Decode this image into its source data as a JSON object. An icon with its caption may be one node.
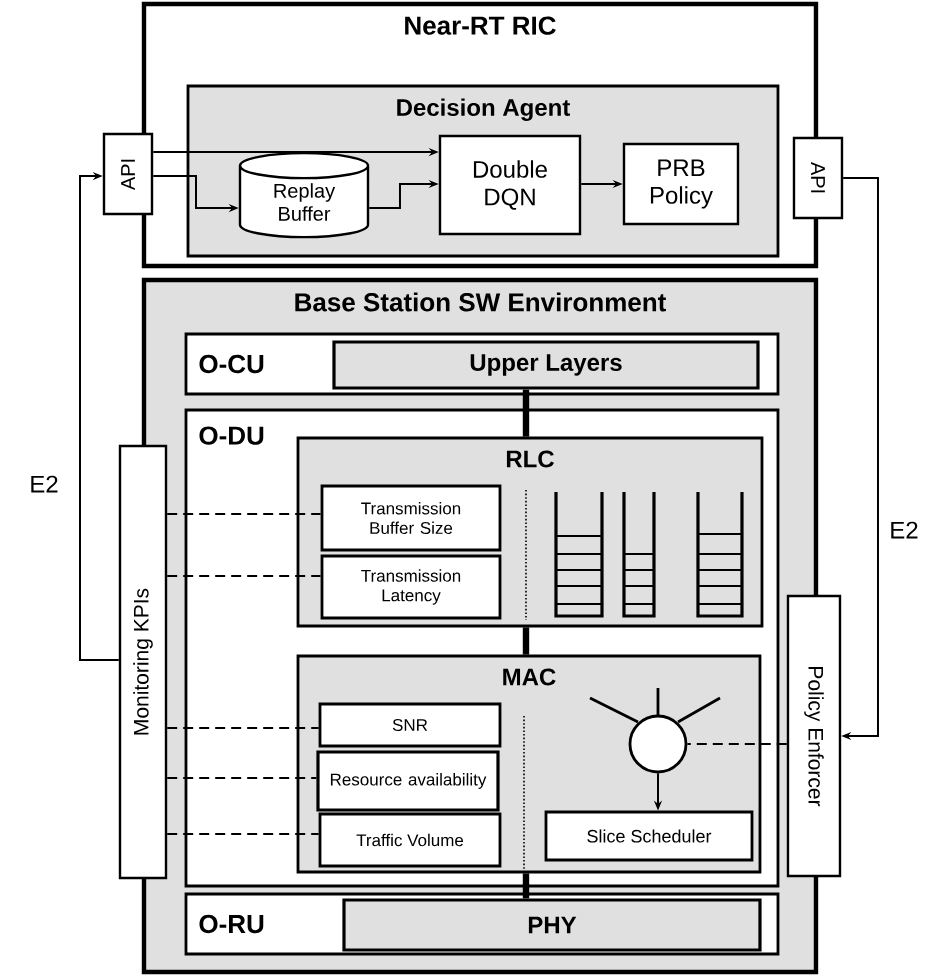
{
  "diagram": {
    "nodes": [
      {
        "text": [
          "Near-RT RIC"
        ]
      },
      {
        "text": [
          "Decision Agent"
        ],
        "in": 0
      },
      {
        "text": [
          "API"
        ]
      },
      {
        "text": [
          "Replay Buffer"
        ],
        "in": 1
      },
      {
        "text": [
          "Double DQN"
        ],
        "in": 1
      },
      {
        "text": [
          "PRB Policy"
        ],
        "in": 1
      },
      {
        "text": [
          "API"
        ]
      },
      {
        "text": [
          "Base Station SW Environment"
        ]
      },
      {
        "text": [
          "O-CU"
        ],
        "in": 7
      },
      {
        "text": [
          "Upper Layers"
        ],
        "in": 8
      },
      {
        "text": [
          "O-DU"
        ],
        "in": 7
      },
      {
        "text": [
          "RLC"
        ],
        "in": 10
      },
      {
        "text": [
          "Transmission Buffer Size"
        ],
        "in": 11
      },
      {
        "text": [
          "Transmission Latency"
        ],
        "in": 11
      },
      {
        "text": [
          "MAC"
        ],
        "in": 10
      },
      {
        "text": [
          "SNR"
        ],
        "in": 14
      },
      {
        "text": [
          "Resource availability"
        ],
        "in": 14
      },
      {
        "text": [
          "Traffic Volume"
        ],
        "in": 14
      },
      {
        "text": [],
        "shape": "circle",
        "in": 14
      },
      {
        "text": [
          "Slice Scheduler"
        ],
        "in": 14
      },
      {
        "text": [
          "O-RU"
        ],
        "in": 7
      },
      {
        "text": [
          "PHY"
        ],
        "in": 20
      },
      {
        "text": [
          "Monitoring KPIs"
        ]
      },
      {
        "text": [
          "Policy Enforcer"
        ]
      }
    ],
    "edges": [
      {
        "from": 2,
        "to": 4,
        "arrow": "to"
      },
      {
        "from": 2,
        "to": 3,
        "arrow": "to"
      },
      {
        "from": 3,
        "to": 4,
        "arrow": "to"
      },
      {
        "from": 4,
        "to": 5,
        "arrow": "to"
      },
      {
        "from": 6,
        "to": 23,
        "arrow": "to",
        "label": "E2"
      },
      {
        "from": 22,
        "to": 2,
        "arrow": "to",
        "label": "E2"
      },
      {
        "from": 22,
        "to": 12,
        "arrow": "none",
        "style": "dashed"
      },
      {
        "from": 22,
        "to": 13,
        "arrow": "none",
        "style": "dashed"
      },
      {
        "from": 22,
        "to": 15,
        "arrow": "none",
        "style": "dashed"
      },
      {
        "from": 22,
        "to": 16,
        "arrow": "none",
        "style": "dashed"
      },
      {
        "from": 22,
        "to": 17,
        "arrow": "none",
        "style": "dashed"
      },
      {
        "from": 23,
        "to": 18,
        "arrow": "none",
        "style": "dashed"
      },
      {
        "from": 9,
        "to": 11,
        "arrow": "none",
        "style": "thick"
      },
      {
        "from": 11,
        "to": 14,
        "arrow": "none",
        "style": "thick"
      },
      {
        "from": 14,
        "to": 21,
        "arrow": "none",
        "style": "thick"
      },
      {
        "from": 18,
        "to": 19,
        "arrow": "to"
      }
    ]
  }
}
